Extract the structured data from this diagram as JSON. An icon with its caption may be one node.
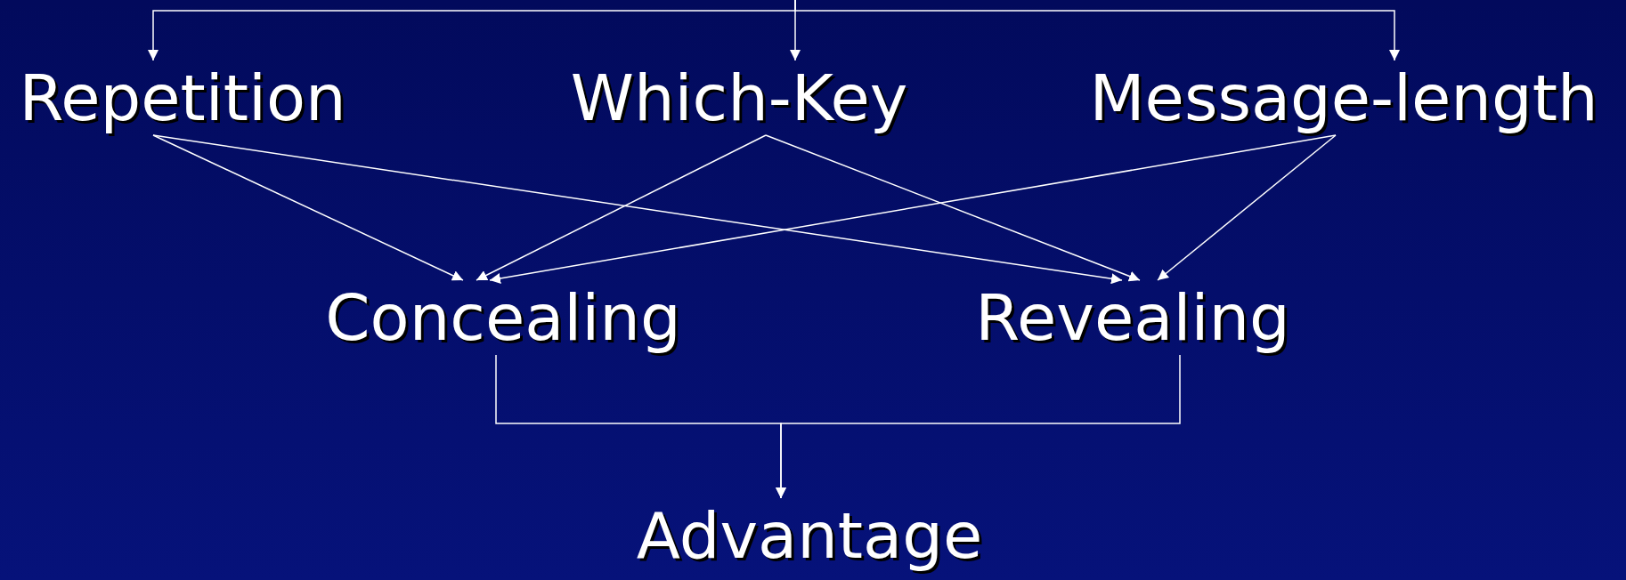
{
  "diagram": {
    "nodes": [
      {
        "text": [
          "Repetition"
        ]
      },
      {
        "text": [
          "Which-Key"
        ]
      },
      {
        "text": [
          "Message-length"
        ]
      },
      {
        "text": [
          "Concealing"
        ]
      },
      {
        "text": [
          "Revealing"
        ]
      },
      {
        "text": [
          "Advantage"
        ]
      }
    ],
    "edges": [
      {
        "from": null,
        "to": 0,
        "arrow": "to"
      },
      {
        "from": null,
        "to": 1,
        "arrow": "to"
      },
      {
        "from": null,
        "to": 2,
        "arrow": "to"
      },
      {
        "from": 0,
        "to": 3,
        "arrow": "to"
      },
      {
        "from": 0,
        "to": 4,
        "arrow": "to"
      },
      {
        "from": 1,
        "to": 3,
        "arrow": "to"
      },
      {
        "from": 1,
        "to": 4,
        "arrow": "to"
      },
      {
        "from": 2,
        "to": 3,
        "arrow": "to"
      },
      {
        "from": 2,
        "to": 4,
        "arrow": "to"
      },
      {
        "from": 3,
        "to": 5,
        "arrow": "to"
      },
      {
        "from": 4,
        "to": 5,
        "arrow": "to"
      }
    ]
  }
}
